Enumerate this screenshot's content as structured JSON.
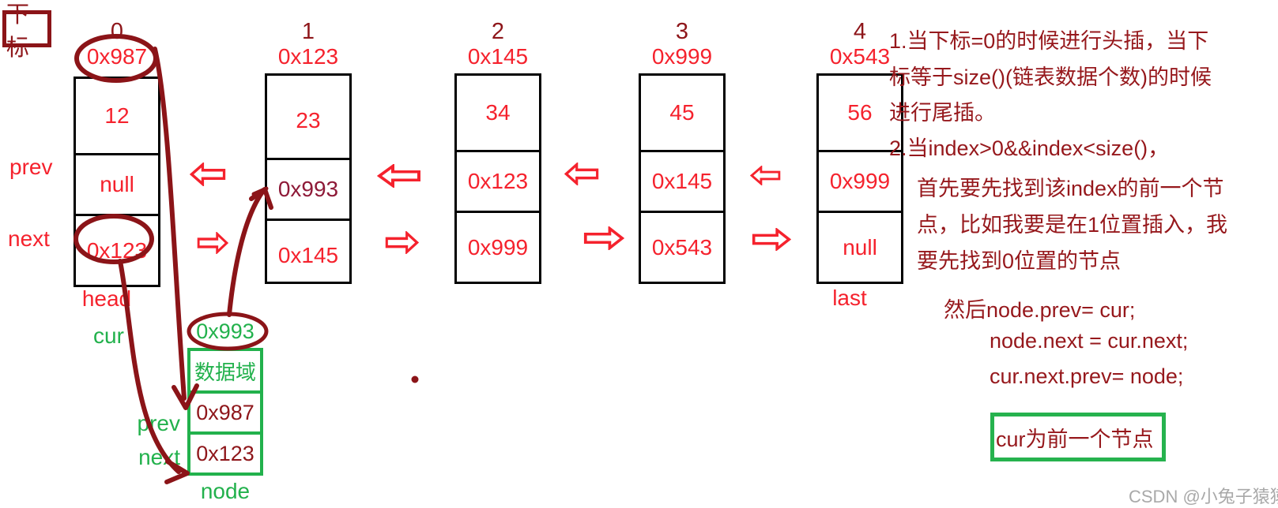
{
  "title_box": {
    "label": "下标"
  },
  "row_labels": {
    "prev": "prev",
    "next": "next"
  },
  "pointer_labels": {
    "head": "head",
    "cur": "cur",
    "last": "last"
  },
  "columns": [
    {
      "index": "0",
      "address": "0x987",
      "value": "12",
      "prev": "null",
      "next": "0x123"
    },
    {
      "index": "1",
      "address": "0x123",
      "value": "23",
      "prev": "0x993",
      "next": "0x145"
    },
    {
      "index": "2",
      "address": "0x145",
      "value": "34",
      "prev": "0x123",
      "next": "0x999"
    },
    {
      "index": "3",
      "address": "0x999",
      "value": "45",
      "prev": "0x145",
      "next": "0x543"
    },
    {
      "index": "4",
      "address": "0x543",
      "value": "56",
      "prev": "0x999",
      "next": "null"
    }
  ],
  "new_node": {
    "address": "0x993",
    "data_field": "数据域",
    "prev_label": "prev",
    "prev_value": "0x987",
    "next_label": "next",
    "next_value": "0x123",
    "name": "node"
  },
  "notes": {
    "line1": "1.当下标=0的时候进行头插，当下",
    "line2": "标等于size()(链表数据个数)的时候",
    "line3": "进行尾插。",
    "line4": "2.当index>0&&index<size()，",
    "line5": "首先要先找到该index的前一个节",
    "line6": "点，比如我要是在1位置插入，我",
    "line7": "要先找到0位置的节点",
    "code1": "然后node.prev= cur;",
    "code2": "node.next = cur.next;",
    "code3": "cur.next.prev= node;",
    "highlight": "cur为前一个节点"
  },
  "watermark": "CSDN @小兔子猿猿",
  "colors": {
    "typed_red": "#f5222d",
    "hand_dark_red": "#8b1418",
    "note_dark_red": "#96181c",
    "green": "#22b14c",
    "modified_pointer": "#8e1a38",
    "watermark_gray": "#a9a9a9"
  }
}
